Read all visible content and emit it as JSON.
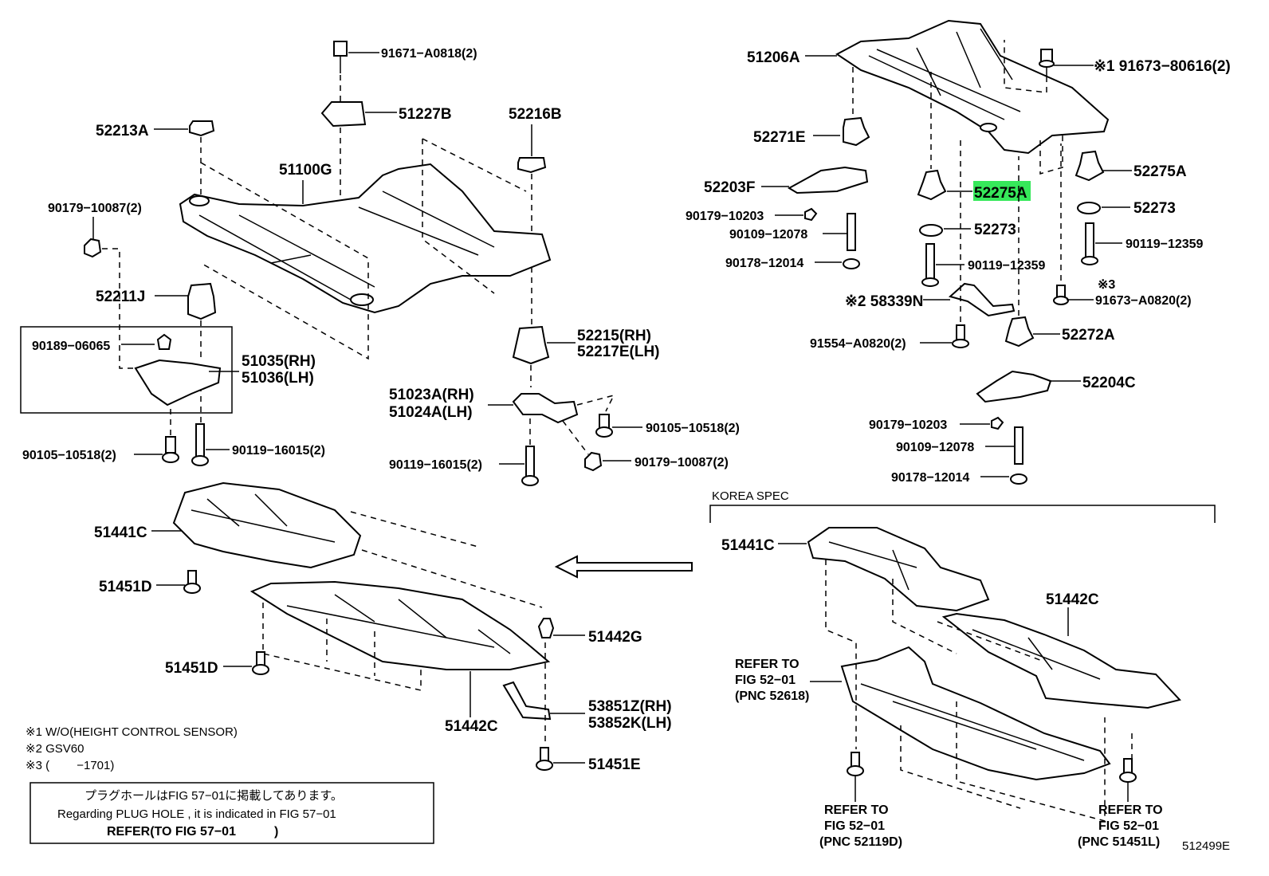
{
  "diagram_id": "512499E",
  "highlight_color": "#36e85a",
  "labels": {
    "p51206A": "51206A",
    "p91673_80616": "※1 91673−80616(2)",
    "p52271E": "52271E",
    "p52275A_hl": "52275A",
    "p52275A": "52275A",
    "p52203F": "52203F",
    "p52273a": "52273",
    "p52273b": "52273",
    "p90179_10203a": "90179−10203",
    "p90109_12078a": "90109−12078",
    "p90178_12014a": "90178−12014",
    "p90119_12359a": "90119−12359",
    "p90119_12359b": "90119−12359",
    "p58339N": "※2 58339N",
    "p91673_A0820": "91673−A0820(2)",
    "mark3": "※3",
    "p91554_A0820": "91554−A0820(2)",
    "p52272A": "52272A",
    "p52204C": "52204C",
    "p90179_10203b": "90179−10203",
    "p90109_12078b": "90109−12078",
    "p90178_12014b": "90178−12014",
    "p91671_A0818": "91671−A0818(2)",
    "p51227B": "51227B",
    "p52216B": "52216B",
    "p52213A": "52213A",
    "p51100G": "51100G",
    "p90179_10087a": "90179−10087(2)",
    "p52211J": "52211J",
    "p90189_06065": "90189−06065",
    "p51035": "51035(RH)",
    "p51036": "51036(LH)",
    "p52215": "52215(RH)",
    "p52217E": "52217E(LH)",
    "p51023A": "51023A(RH)",
    "p51024A": "51024A(LH)",
    "p90105_10518a": "90105−10518(2)",
    "p90105_10518b": "90105−10518(2)",
    "p90119_16015a": "90119−16015(2)",
    "p90119_16015b": "90119−16015(2)",
    "p90179_10087b": "90179−10087(2)",
    "p51441C_a": "51441C",
    "p51451D_a": "51451D",
    "p51442G": "51442G",
    "p51451D_b": "51451D",
    "p51442C_a": "51442C",
    "p53851Z": "53851Z(RH)",
    "p53852K": "53852K(LH)",
    "p51451E": "51451E",
    "korea_spec": "KOREA SPEC",
    "p51441C_b": "51441C",
    "p51442C_b": "51442C",
    "refer1_a": "REFER TO",
    "refer1_b": "FIG 52−01",
    "refer1_c": "(PNC 52618)",
    "refer2_a": "REFER TO",
    "refer2_b": "FIG 52−01",
    "refer2_c": "(PNC 52119D)",
    "refer3_a": "REFER TO",
    "refer3_b": "FIG 52−01",
    "refer3_c": "(PNC 51451L)"
  },
  "notes": {
    "n1": "※1 W/O(HEIGHT CONTROL SENSOR)",
    "n2": "※2 GSV60",
    "n3": "※3 (　　 −1701)"
  },
  "plug_box": {
    "line1": "プラグホールはFIG 57−01に掲載してあります。",
    "line2": "Regarding PLUG HOLE , it is indicated in FIG 57−01",
    "line3": "REFER(TO FIG 57−01　　　)"
  }
}
